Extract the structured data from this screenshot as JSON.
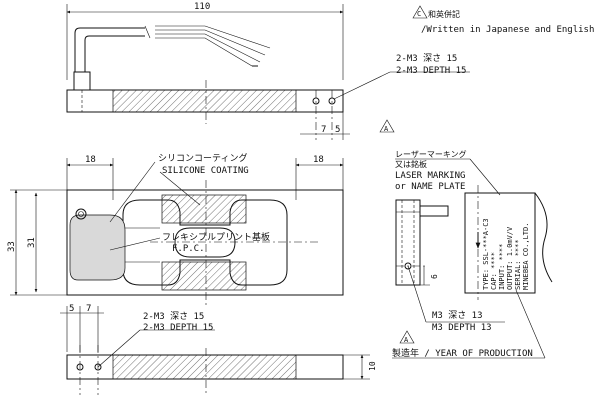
{
  "notes": {
    "written_mark": "C",
    "written_ja": "和英併記",
    "written_en": "/Written in Japanese and English"
  },
  "dims": {
    "overall_length": "110",
    "hole_pitch_7": "7",
    "hole_edge_5": "5",
    "left_18": "18",
    "right_18": "18",
    "height_33": "33",
    "height_31": "31",
    "bottom_5": "5",
    "bottom_7": "7",
    "thickness_10": "10",
    "side_6": "6"
  },
  "callouts": {
    "top_ja": "2-M3 深さ 15",
    "top_en": "2-M3 DEPTH 15",
    "bottom_ja": "2-M3 深さ 15",
    "bottom_en": "2-M3 DEPTH 15",
    "side_ja": "M3 深さ 13",
    "side_en": "M3 DEPTH 13",
    "silicone_ja": "シリコンコーティング",
    "silicone_en": "SILICONE COATING",
    "fpc_ja": "フレキシブルプリント基板",
    "fpc_en": "F.P.C.",
    "laser_ja": "レーザーマーキング",
    "laser_ja2": "又は銘板",
    "laser_en1": "LASER MARKING",
    "laser_en2": "or NAME PLATE",
    "year_mark": "A",
    "year_text": "製造年 / YEAR OF PRODUCTION",
    "mark_a": "A"
  },
  "plate": {
    "lines": [
      "TYPE: SSL-***A-C3",
      "CAP: ****",
      "INPUT: ****",
      "OUTPUT: 1.0mV/V",
      "SERIAL: ****",
      "MINEBEA CO.,LTD."
    ]
  }
}
